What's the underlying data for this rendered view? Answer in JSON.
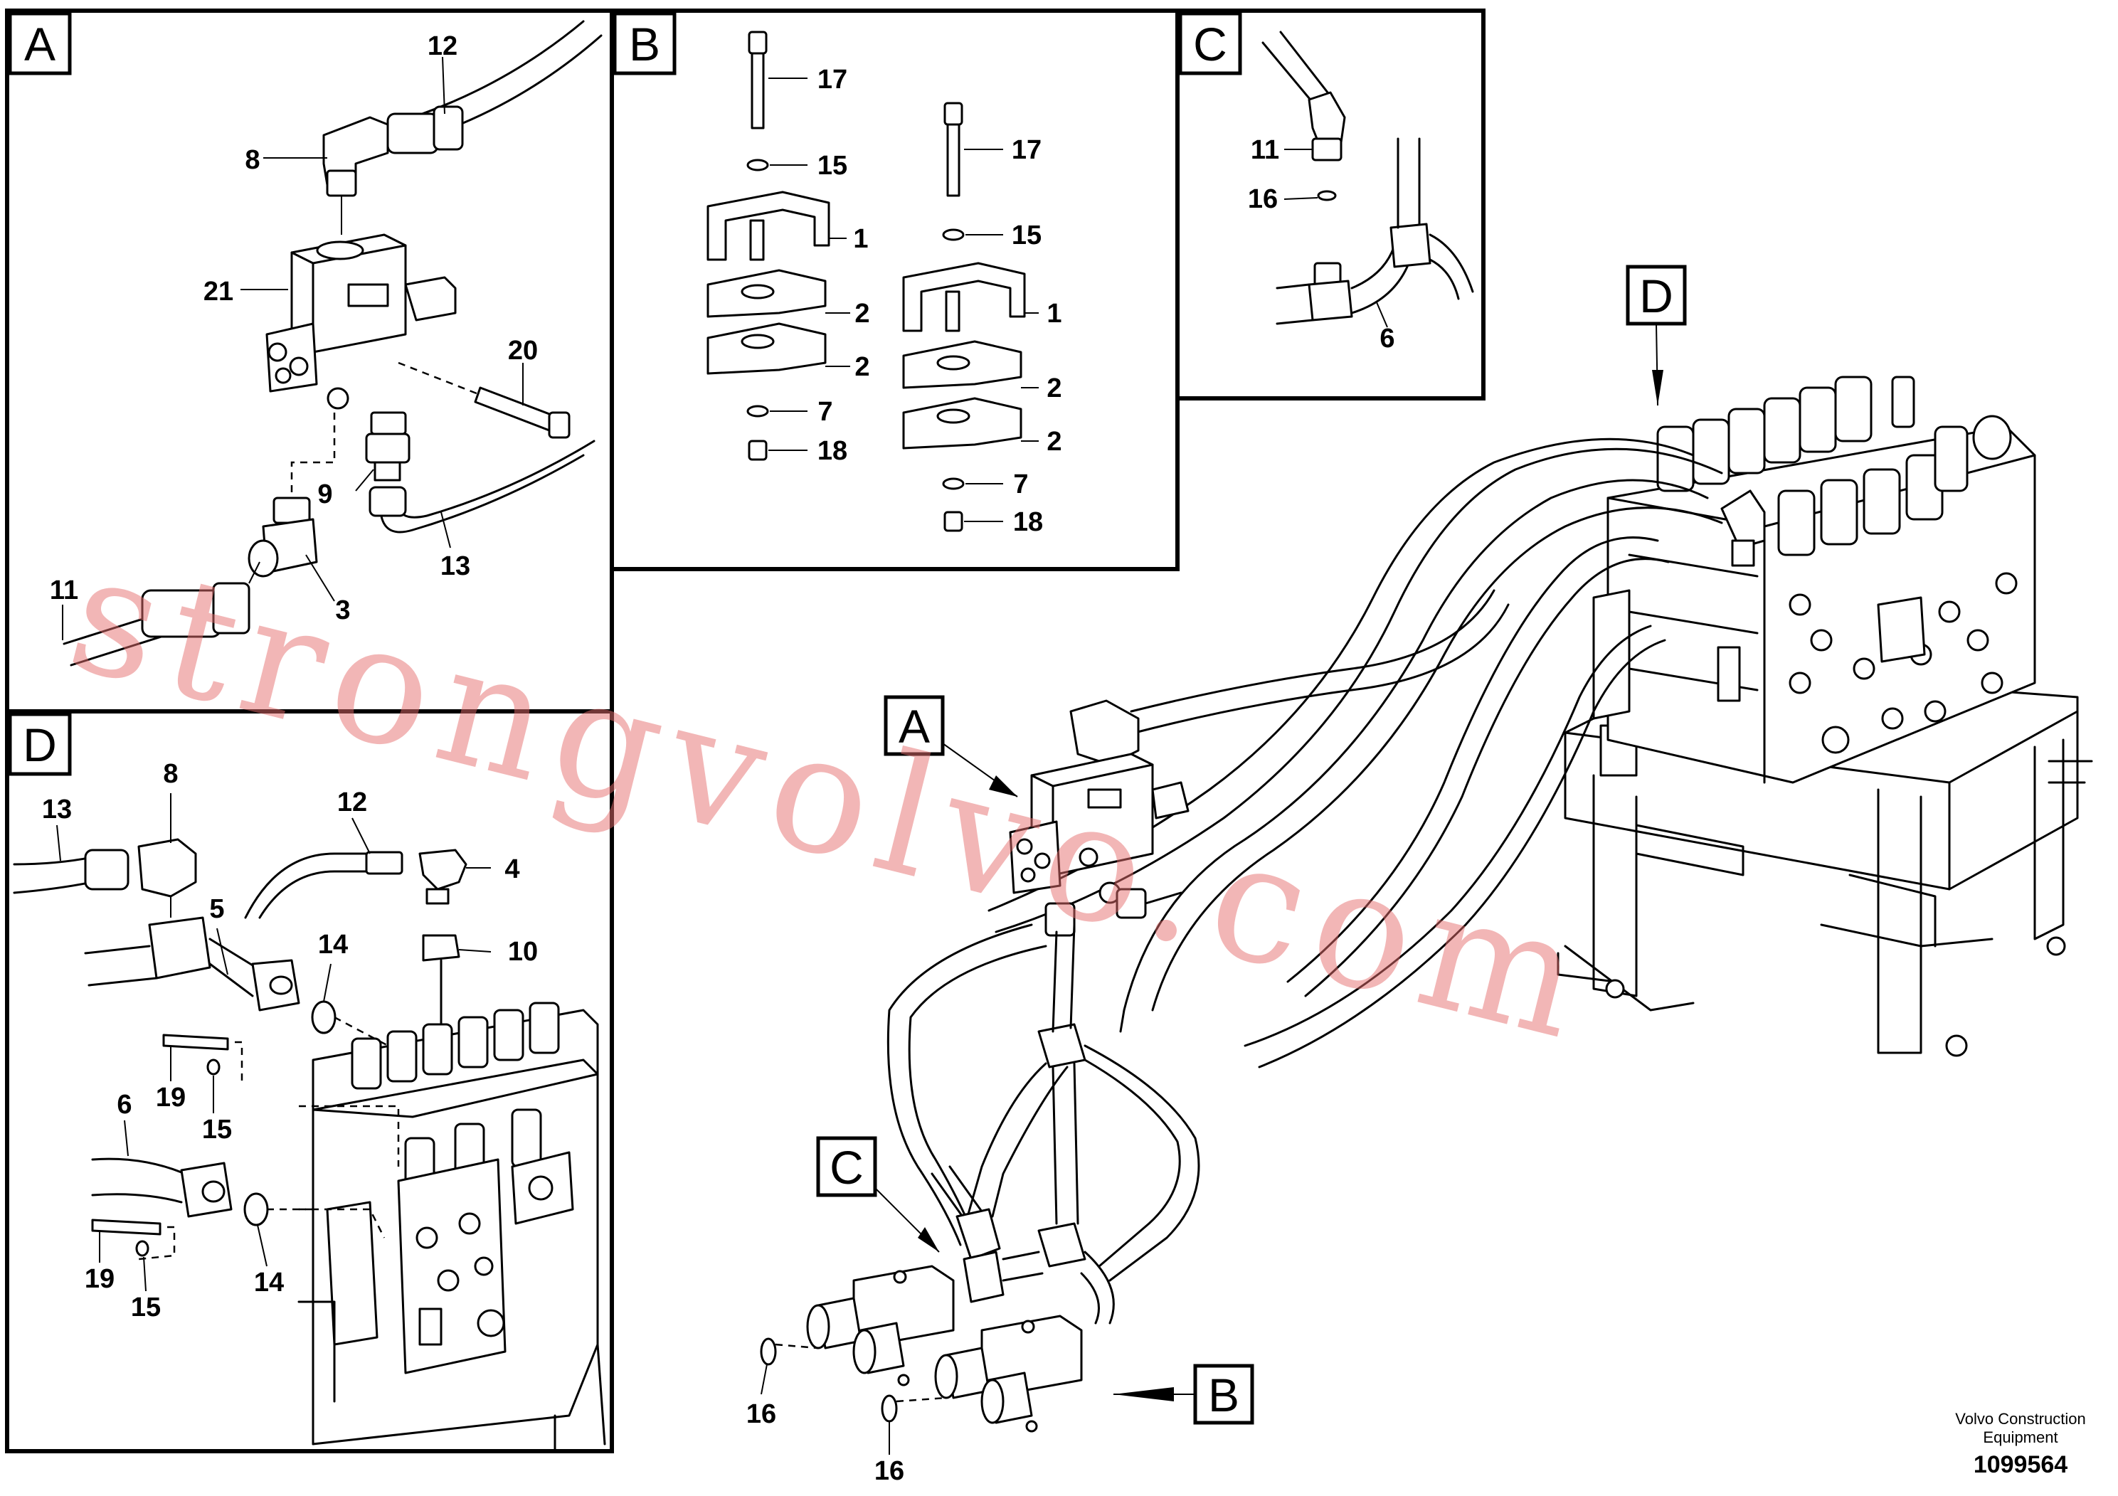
{
  "panels": {
    "A": {
      "title": "A"
    },
    "B": {
      "title": "B"
    },
    "C": {
      "title": "C"
    },
    "D": {
      "title": "D"
    }
  },
  "callouts": {
    "A": {
      "text": "A"
    },
    "B": {
      "text": "B"
    },
    "C": {
      "text": "C"
    },
    "D": {
      "text": "D"
    }
  },
  "labels": {
    "a_12": "12",
    "a_8": "8",
    "a_21": "21",
    "a_20": "20",
    "a_9": "9",
    "a_13": "13",
    "a_11": "11",
    "a_3": "3",
    "b_17a": "17",
    "b_15a": "15",
    "b_1a": "1",
    "b_2a": "2",
    "b_2b": "2",
    "b_7a": "7",
    "b_18a": "18",
    "b_17b": "17",
    "b_15b": "15",
    "b_1b": "1",
    "b_2c": "2",
    "b_2d": "2",
    "b_7b": "7",
    "b_18b": "18",
    "c_11": "11",
    "c_16": "16",
    "c_6": "6",
    "d_13": "13",
    "d_8": "8",
    "d_12": "12",
    "d_4": "4",
    "d_5": "5",
    "d_14a": "14",
    "d_10": "10",
    "d_19a": "19",
    "d_15a": "15",
    "d_6": "6",
    "d_19b": "19",
    "d_15b": "15",
    "d_14b": "14",
    "m_16a": "16",
    "m_16b": "16"
  },
  "watermark": "strongvolvo.com",
  "footer": {
    "company_line1": "Volvo Construction",
    "company_line2": "Equipment",
    "drawing_number": "1099564"
  }
}
